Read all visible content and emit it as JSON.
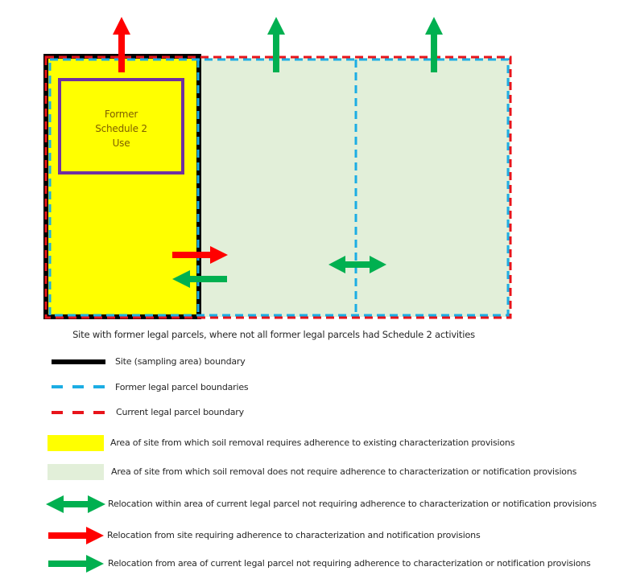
{
  "diagram": {
    "former_use_box": {
      "line1": "Former",
      "line2": "Schedule 2",
      "line3": "Use"
    },
    "caption": "Site with former legal parcels, where not all former legal parcels had Schedule 2 activities",
    "colors": {
      "site_boundary": "#000000",
      "former_parcel_boundary": "#1cade4",
      "current_parcel_boundary": "#e8141b",
      "characterization_area": "#ffff00",
      "no_characterization_area": "#e2efd9",
      "former_use_box_border": "#7030a0",
      "arrow_red": "#ff0000",
      "arrow_green": "#00b050"
    },
    "parcels": [
      {
        "name": "Former parcel 1",
        "fill": "characterization_area",
        "schedule2": true
      },
      {
        "name": "Former parcel 2",
        "fill": "no_characterization_area",
        "schedule2": false
      },
      {
        "name": "Former parcel 3",
        "fill": "no_characterization_area",
        "schedule2": false
      }
    ],
    "arrows": [
      {
        "type": "up",
        "color": "red",
        "location": "parcel 1 top"
      },
      {
        "type": "up",
        "color": "green",
        "location": "parcel 2 top"
      },
      {
        "type": "up",
        "color": "green",
        "location": "parcel 3 top"
      },
      {
        "type": "right",
        "color": "red",
        "location": "parcel 1 to parcel 2"
      },
      {
        "type": "left",
        "color": "green",
        "location": "parcel 2 to parcel 1"
      },
      {
        "type": "double",
        "color": "green",
        "location": "between parcel 2 and parcel 3"
      }
    ]
  },
  "legend": {
    "items": [
      {
        "symbol": "solid-black-line",
        "label": "Site (sampling area) boundary"
      },
      {
        "symbol": "blue-dashed-line",
        "label": "Former legal parcel boundaries"
      },
      {
        "symbol": "red-dashed-line",
        "label": "Current legal parcel boundary"
      },
      {
        "symbol": "yellow-swatch",
        "label": "Area of site from which soil removal requires adherence to existing characterization provisions"
      },
      {
        "symbol": "light-green-swatch",
        "label": "Area of site from which soil removal does not require adherence to characterization or notification provisions"
      },
      {
        "symbol": "green-double-arrow",
        "label": "Relocation within area of current legal parcel not requiring adherence to characterization or notification provisions"
      },
      {
        "symbol": "red-right-arrow",
        "label": "Relocation from site requiring adherence to characterization and notification provisions"
      },
      {
        "symbol": "green-right-arrow",
        "label": "Relocation from area of current legal parcel not requiring adherence to characterization or notification provisions"
      }
    ]
  }
}
